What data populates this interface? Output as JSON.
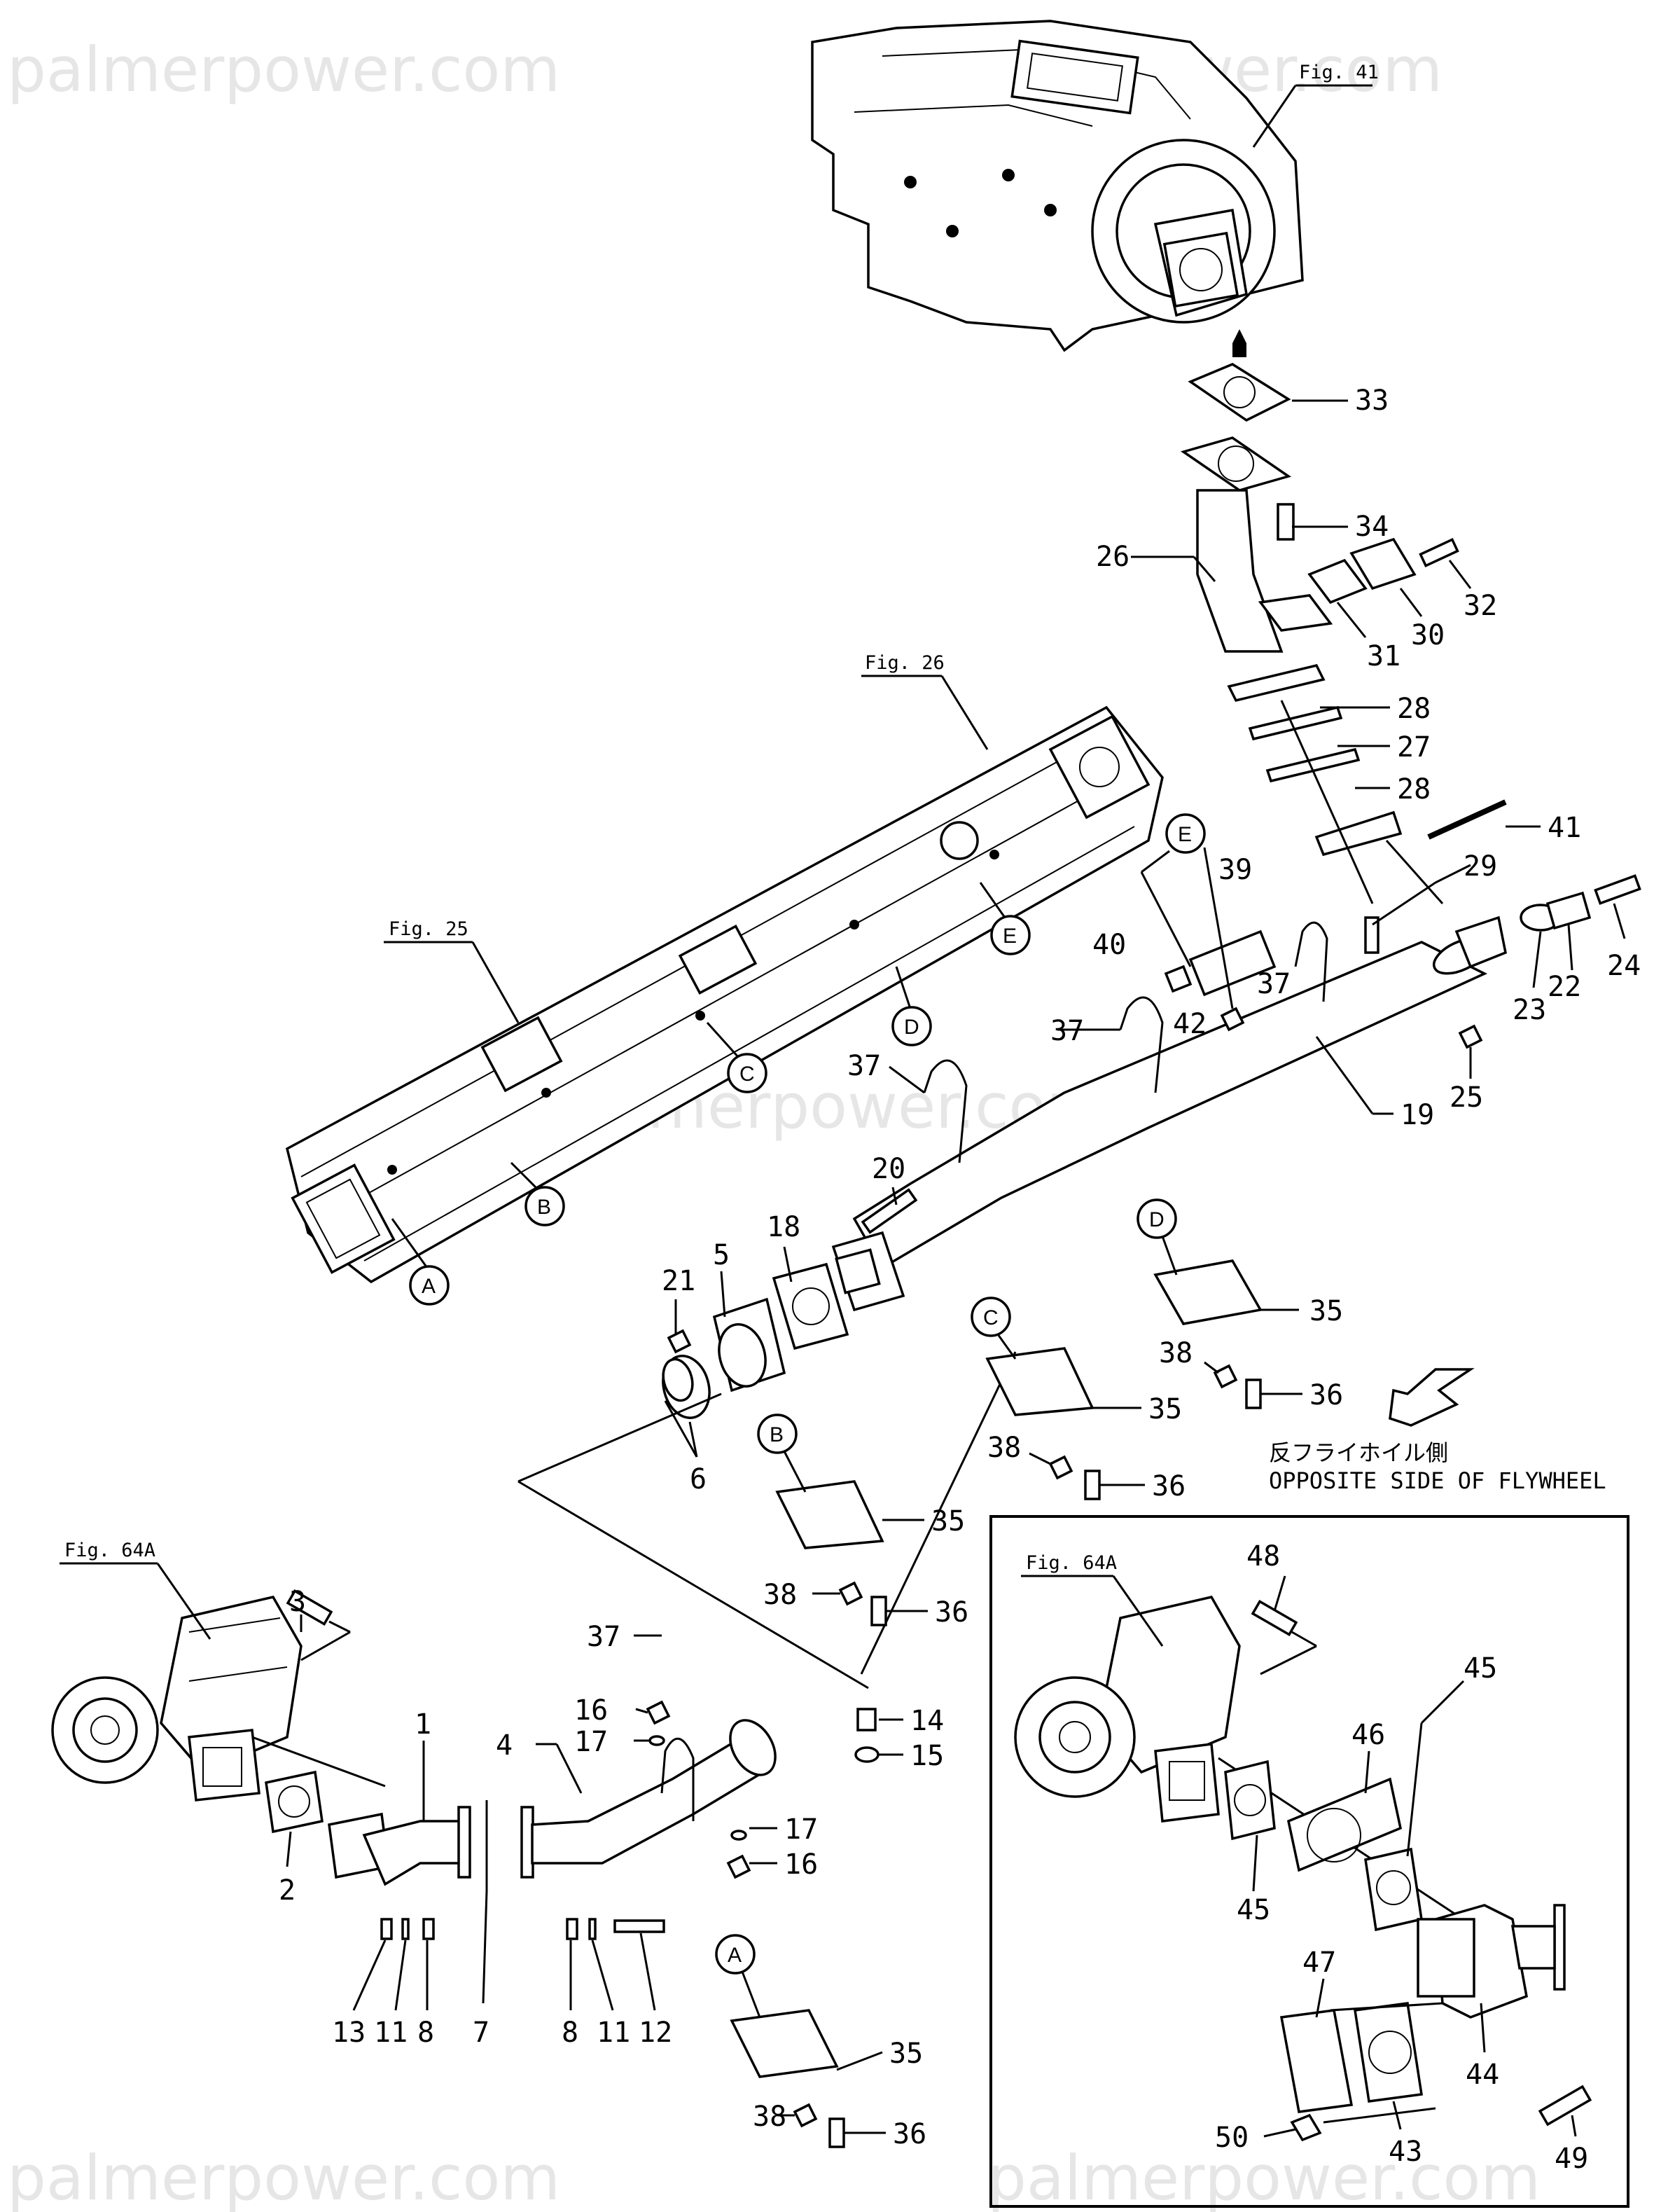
{
  "watermarks": [
    "palmerpower.com",
    "palmerpower.com",
    "palmerpower.com",
    "palmerpower.com",
    "palmerpower.com"
  ],
  "figure_refs": {
    "fig41": "Fig. 41",
    "fig26": "Fig. 26",
    "fig25": "Fig. 25",
    "fig64a_main": "Fig. 64A",
    "fig64a_inset": "Fig. 64A"
  },
  "ref_letters": {
    "a_frame": "A",
    "b_frame": "B",
    "c_frame": "C",
    "d_frame": "D",
    "e_frame": "E",
    "e_bracket": "E",
    "d_bracket": "D",
    "c_bracket": "C",
    "b_bracket": "B",
    "a_bracket": "A"
  },
  "direction_note": {
    "japanese": "反フライホイル側",
    "english": "OPPOSITE SIDE OF FLYWHEEL"
  },
  "part_numbers": {
    "n1": "1",
    "n2": "2",
    "n3": "3",
    "n4": "4",
    "n5": "5",
    "n6": "6",
    "n7": "7",
    "n8a": "8",
    "n8b": "8",
    "n11a": "11",
    "n11b": "11",
    "n12": "12",
    "n13": "13",
    "n14": "14",
    "n15": "15",
    "n16a": "16",
    "n16b": "16",
    "n17a": "17",
    "n17b": "17",
    "n18": "18",
    "n19": "19",
    "n20": "20",
    "n21": "21",
    "n22": "22",
    "n23": "23",
    "n24": "24",
    "n25": "25",
    "n26": "26",
    "n27": "27",
    "n28a": "28",
    "n28b": "28",
    "n29": "29",
    "n30": "30",
    "n31": "31",
    "n32": "32",
    "n33": "33",
    "n34": "34",
    "n35a": "35",
    "n35b": "35",
    "n35c": "35",
    "n35d": "35",
    "n36a": "36",
    "n36b": "36",
    "n36c": "36",
    "n36d": "36",
    "n37a": "37",
    "n37b": "37",
    "n37c": "37",
    "n37d": "37",
    "n38a": "38",
    "n38b": "38",
    "n38c": "38",
    "n38d": "38",
    "n39": "39",
    "n40": "40",
    "n41": "41",
    "n42": "42",
    "n43": "43",
    "n44": "44",
    "n45a": "45",
    "n45b": "45",
    "n46": "46",
    "n47": "47",
    "n48": "48",
    "n49": "49",
    "n50": "50"
  }
}
